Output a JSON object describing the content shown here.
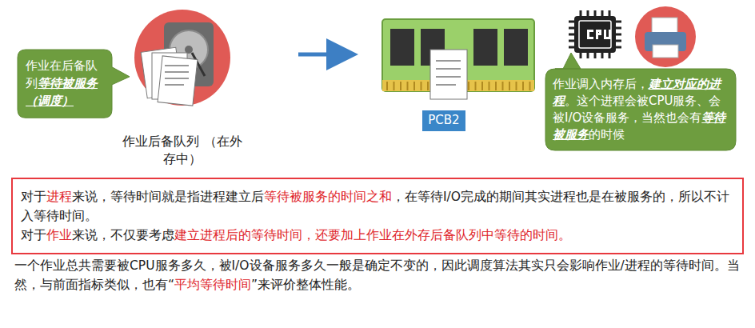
{
  "diagram": {
    "nodes": [
      {
        "text": [
          "作业在后备队列等待被服务（调度）"
        ]
      },
      {
        "text": [
          "作业后备队列 （在外存中）"
        ]
      },
      {
        "text": [
          "PCB2"
        ]
      },
      {
        "text": [
          "作业调入内存后，建立对应的进程。这个进程会被CPU服务、会被I/O设备服务，当然也会有等待被服务的时候"
        ]
      },
      {
        "text": [
          "对于进程来说，等待时间就是指进程建立后等待被服务的时间之和，在等待I/O完成的期间其实进程也是在被服务的，所以不计入等待时间。",
          "对于作业来说，不仅要考虑建立进程后的等待时间，还要加上作业在外存后备队列中等待的时间。"
        ]
      }
    ],
    "labels": [
      "一个作业总共需要被CPU服务多久，被I/O设备服务多久一般是确定不变的，因此调度算法其实只会影响作业/进程的等待时间。当然，与前面指标类似，也有“平均等待时间”来评价整体性能。"
    ]
  }
}
